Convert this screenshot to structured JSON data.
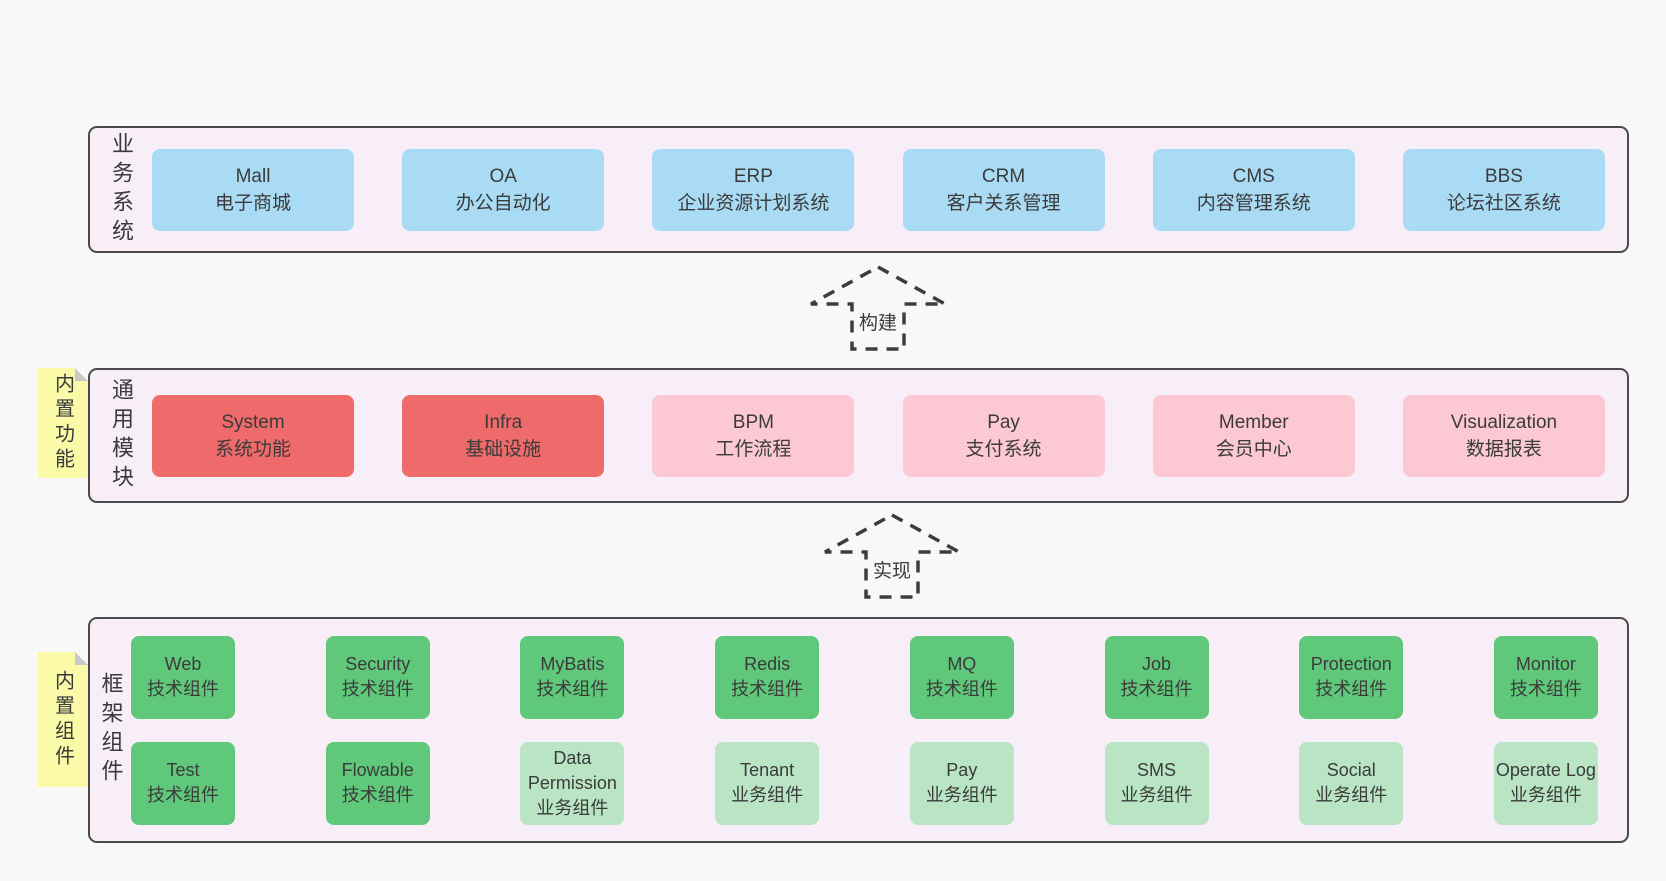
{
  "colors": {
    "page_bg": "#f8f8f8",
    "container_bg": "#f8eef7",
    "container_border": "#4a4a4a",
    "business_box_blue": "#a9dbf5",
    "core_module_red": "#ef6a6a",
    "optional_module_pink": "#fbc8d3",
    "tech_component_green": "#5fc87a",
    "biz_component_light_green": "#b9e5c4",
    "note_yellow": "#fafaa9",
    "note_fold_gray": "#c9c9c9",
    "text": "#3b3b3b"
  },
  "arrows": [
    {
      "label": "构建"
    },
    {
      "label": "实现"
    }
  ],
  "sections": [
    {
      "label": "业务系统",
      "note": "",
      "rows": [
        {
          "boxes": [
            {
              "title": "Mall",
              "subtitle": "电子商城",
              "variant": "blue"
            },
            {
              "title": "OA",
              "subtitle": "办公自动化",
              "variant": "blue"
            },
            {
              "title": "ERP",
              "subtitle": "企业资源计划系统",
              "variant": "blue"
            },
            {
              "title": "CRM",
              "subtitle": "客户关系管理",
              "variant": "blue"
            },
            {
              "title": "CMS",
              "subtitle": "内容管理系统",
              "variant": "blue"
            },
            {
              "title": "BBS",
              "subtitle": "论坛社区系统",
              "variant": "blue"
            }
          ]
        }
      ]
    },
    {
      "label": "通用模块",
      "note": "内置功能",
      "rows": [
        {
          "boxes": [
            {
              "title": "System",
              "subtitle": "系统功能",
              "variant": "red"
            },
            {
              "title": "Infra",
              "subtitle": "基础设施",
              "variant": "red"
            },
            {
              "title": "BPM",
              "subtitle": "工作流程",
              "variant": "pink"
            },
            {
              "title": "Pay",
              "subtitle": "支付系统",
              "variant": "pink"
            },
            {
              "title": "Member",
              "subtitle": "会员中心",
              "variant": "pink"
            },
            {
              "title": "Visualization",
              "subtitle": "数据报表",
              "variant": "pink"
            }
          ]
        }
      ]
    },
    {
      "label": "框架组件",
      "note": "内置组件",
      "rows": [
        {
          "boxes": [
            {
              "title": "Web",
              "subtitle": "技术组件",
              "variant": "green"
            },
            {
              "title": "Security",
              "subtitle": "技术组件",
              "variant": "green"
            },
            {
              "title": "MyBatis",
              "subtitle": "技术组件",
              "variant": "green"
            },
            {
              "title": "Redis",
              "subtitle": "技术组件",
              "variant": "green"
            },
            {
              "title": "MQ",
              "subtitle": "技术组件",
              "variant": "green"
            },
            {
              "title": "Job",
              "subtitle": "技术组件",
              "variant": "green"
            },
            {
              "title": "Protection",
              "subtitle": "技术组件",
              "variant": "green"
            },
            {
              "title": "Monitor",
              "subtitle": "技术组件",
              "variant": "green"
            }
          ]
        },
        {
          "boxes": [
            {
              "title": "Test",
              "subtitle": "技术组件",
              "variant": "green"
            },
            {
              "title": "Flowable",
              "subtitle": "技术组件",
              "variant": "green"
            },
            {
              "title": "Data Permission",
              "subtitle": "业务组件",
              "variant": "lgreen"
            },
            {
              "title": "Tenant",
              "subtitle": "业务组件",
              "variant": "lgreen"
            },
            {
              "title": "Pay",
              "subtitle": "业务组件",
              "variant": "lgreen"
            },
            {
              "title": "SMS",
              "subtitle": "业务组件",
              "variant": "lgreen"
            },
            {
              "title": "Social",
              "subtitle": "业务组件",
              "variant": "lgreen"
            },
            {
              "title": "Operate Log",
              "subtitle": "业务组件",
              "variant": "lgreen"
            }
          ]
        }
      ]
    }
  ]
}
